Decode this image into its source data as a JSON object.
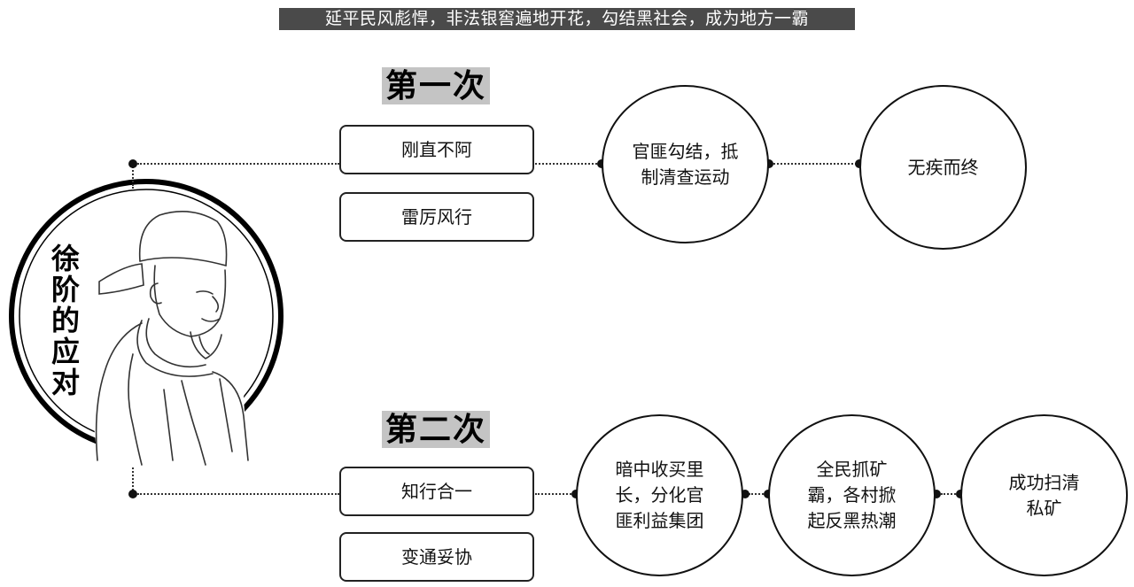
{
  "header": {
    "text": "延平民风彪悍，非法银窖遍地开花，勾结黑社会，成为地方一霸"
  },
  "portrait": {
    "title_chars": [
      "徐",
      "阶",
      "的",
      "应",
      "对"
    ]
  },
  "first": {
    "title": "第一次",
    "boxes": [
      "刚直不阿",
      "雷厉风行"
    ],
    "circles": [
      {
        "lines": [
          "官匪勾结，抵",
          "制清查运动"
        ]
      },
      {
        "lines": [
          "无疾而终"
        ]
      }
    ]
  },
  "second": {
    "title": "第二次",
    "boxes": [
      "知行合一",
      "变通妥协"
    ],
    "circles": [
      {
        "lines": [
          "暗中收买里",
          "长，分化官",
          "匪利益集团"
        ]
      },
      {
        "lines": [
          "全民抓矿",
          "霸，各村掀",
          "起反黑热潮"
        ]
      },
      {
        "lines": [
          "成功扫清",
          "私矿"
        ]
      }
    ]
  }
}
